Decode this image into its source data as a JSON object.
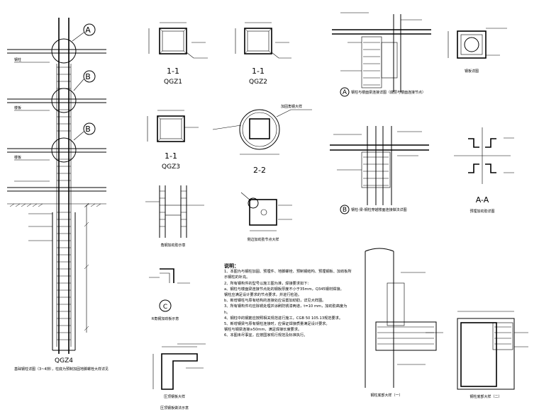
{
  "drawing": {
    "column_elevation": {
      "callouts": [
        "A",
        "B",
        "B"
      ],
      "title": "QGZ4",
      "caption": "基础钢柱详图（3~4排），柱底为预制加固地脚螺栓大样详见"
    },
    "section_a": {
      "cut": "1-1",
      "name": "QGZ1"
    },
    "section_b": {
      "cut": "1-1",
      "name": "QGZ2"
    },
    "section_c": {
      "cut": "1-1",
      "name": "QGZ3"
    },
    "section_d": {
      "cut": "2-2",
      "label": "加固角钢大样"
    },
    "detail_ribs": {
      "title": "角钢加劲肋示意"
    },
    "detail_corner": {
      "title": "侧边加劲肋节点大样"
    },
    "detail_C": {
      "callout": "C",
      "title": "R角钢加劲板示意"
    },
    "detail_plate": {
      "title": "压顶钢板大样",
      "sub": "压顶钢板做法示意"
    },
    "detail_A": {
      "callout": "A",
      "title": "钢柱与楼面梁连接详图（底层与楼面连接节点）"
    },
    "detail_B": {
      "callout": "B",
      "title": "钢柱-梁-钢柱穿越楼面连接做法详图"
    },
    "plan_detail": {
      "title": "钢板详图"
    },
    "section_AA": {
      "cut": "A-A",
      "title": "预埋加劲肋详图"
    },
    "foot_left": {
      "title": "钢柱底部大样（一）"
    },
    "foot_right": {
      "title": "钢柱底部大样（二）"
    },
    "notes_title": "说明：",
    "notes": [
      "1、本图为与钢柱加固、预埋件、地脚螺栓、预制钢结构、预埋钢板、加劲板所示钢柱的补充。",
      "2、所有钢构件的型号以施工图为准，焊接要求如下：",
      "a、钢柱与楼面梁连接节点处的钢板厚度不小于35mm，Q345钢材焊接。",
      "   钢柱应满足设计要求的节点要求，并进行检验。",
      "b、新增钢柱与原有结构的连接处应设置加劲肋，详见大样图。",
      "3、所有钢构件均应除锈处理并涂刷防锈漆两道，t=10 mm，加劲肋高度为h。",
      "4、钢柱中的钢筋应按照相关规范进行施工，CGB 50 105.13规范要求。",
      "5、新增钢梁与原有钢柱连接时，应保证焊接质量满足设计要求。",
      "   钢柱与钢梁连接≥50mm，满足焊接长度要求。",
      "6、本图未尽事宜，应按国家现行规范及标准执行。"
    ]
  }
}
